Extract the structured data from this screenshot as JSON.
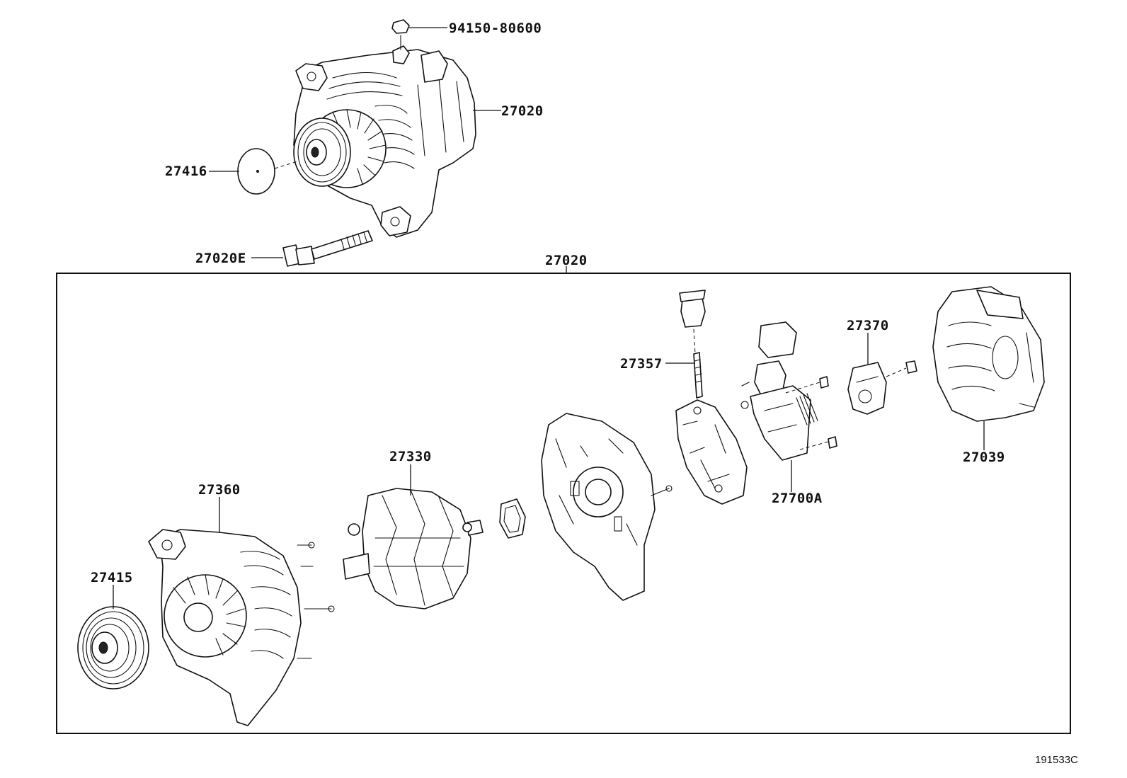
{
  "labels": {
    "bolt_top": "94150-80600",
    "alternator_top": "27020",
    "cover_top": "27416",
    "through_bolt": "27020E",
    "assembly_frame": "27020",
    "terminal_insulator": "27357",
    "brush_holder": "27370",
    "rear_cover": "27039",
    "rectifier": "27700A",
    "rotor": "27330",
    "drive_frame": "27360",
    "pulley": "27415"
  },
  "figure_ref": "191533C"
}
